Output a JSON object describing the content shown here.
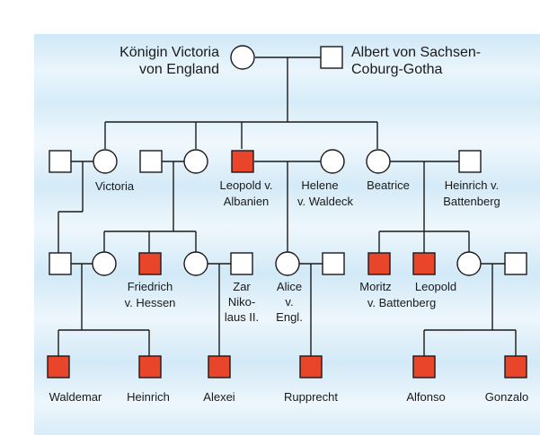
{
  "colors": {
    "affected_fill": "#e8452b",
    "unaffected_fill": "#ffffff",
    "line": "#1a1a1a",
    "background": "#d6ecf8"
  },
  "legend_semantics": {
    "square": "male",
    "circle": "female",
    "filled_red": "affected"
  },
  "labels": {
    "victoria_line1": "Königin Victoria",
    "victoria_line2": "von England",
    "albert_line1": "Albert von Sachsen-",
    "albert_line2": "Coburg-Gotha",
    "victoria": "Victoria",
    "leopold_line1": "Leopold v.",
    "leopold_line2": "Albanien",
    "helene_line1": "Helene",
    "helene_line2": "v. Waldeck",
    "beatrice": "Beatrice",
    "heinrich_b_line1": "Heinrich v.",
    "heinrich_b_line2": "Battenberg",
    "friedrich_line1": "Friedrich",
    "friedrich_line2": "v. Hessen",
    "zar_line1": "Zar",
    "zar_line2": "Niko-",
    "zar_line3": "laus II.",
    "alice_line1": "Alice",
    "alice_line2": "v.",
    "alice_line3": "Engl.",
    "moritz_line1": "Moritz",
    "moritz_line2": "v. Battenberg",
    "leopold_b_line1": "Leopold",
    "leopold_b_line2": "",
    "waldemar": "Waldemar",
    "heinrich": "Heinrich",
    "alexei": "Alexei",
    "rupprecht": "Rupprecht",
    "alfonso": "Alfonso",
    "gonzalo": "Gonzalo"
  }
}
